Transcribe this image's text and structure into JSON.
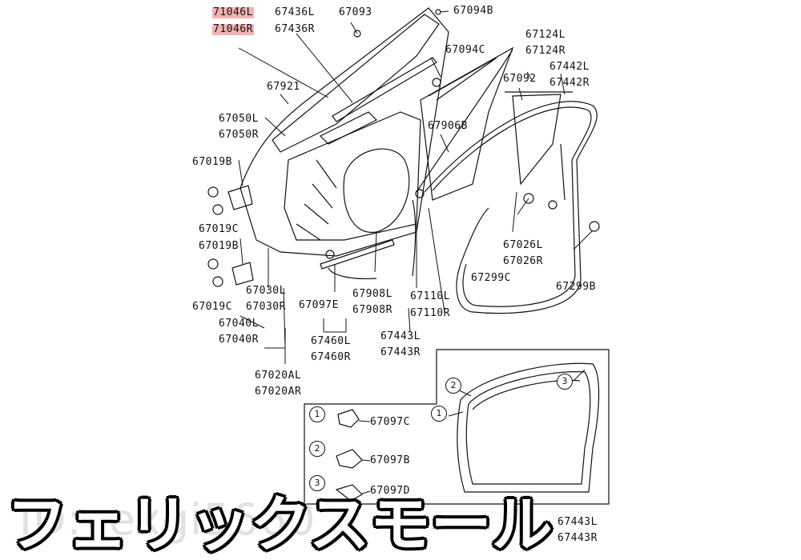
{
  "parts": [
    {
      "id": "p71046l",
      "text": "71046L",
      "highlight": true
    },
    {
      "id": "p71046r",
      "text": "71046R",
      "highlight": true
    },
    {
      "id": "p67436l",
      "text": "67436L"
    },
    {
      "id": "p67436r",
      "text": "67436R"
    },
    {
      "id": "p67093",
      "text": "67093"
    },
    {
      "id": "p67094b",
      "text": "67094B"
    },
    {
      "id": "p67094c",
      "text": "67094C"
    },
    {
      "id": "p67124l",
      "text": "67124L"
    },
    {
      "id": "p67124r",
      "text": "67124R"
    },
    {
      "id": "p67442l",
      "text": "67442L"
    },
    {
      "id": "p67442r",
      "text": "67442R"
    },
    {
      "id": "p67921",
      "text": "67921"
    },
    {
      "id": "p67092",
      "text": "67092"
    },
    {
      "id": "p67050l",
      "text": "67050L"
    },
    {
      "id": "p67050r",
      "text": "67050R"
    },
    {
      "id": "p67906b",
      "text": "67906B"
    },
    {
      "id": "p67019b1",
      "text": "67019B"
    },
    {
      "id": "p67019c1",
      "text": "67019C"
    },
    {
      "id": "p67019b2",
      "text": "67019B"
    },
    {
      "id": "p67019c2",
      "text": "67019C"
    },
    {
      "id": "p67026l",
      "text": "67026L"
    },
    {
      "id": "p67026r",
      "text": "67026R"
    },
    {
      "id": "p67299c",
      "text": "67299C"
    },
    {
      "id": "p67299b",
      "text": "67299B"
    },
    {
      "id": "p67030l",
      "text": "67030L"
    },
    {
      "id": "p67030r",
      "text": "67030R"
    },
    {
      "id": "p67097e",
      "text": "67097E"
    },
    {
      "id": "p67908l",
      "text": "67908L"
    },
    {
      "id": "p67908r",
      "text": "67908R"
    },
    {
      "id": "p67110l",
      "text": "67110L"
    },
    {
      "id": "p67110r",
      "text": "67110R"
    },
    {
      "id": "p67040l",
      "text": "67040L"
    },
    {
      "id": "p67040r",
      "text": "67040R"
    },
    {
      "id": "p67460l",
      "text": "67460L"
    },
    {
      "id": "p67460r",
      "text": "67460R"
    },
    {
      "id": "p67443l",
      "text": "67443L"
    },
    {
      "id": "p67443r",
      "text": "67443R"
    },
    {
      "id": "p67020al",
      "text": "67020AL"
    },
    {
      "id": "p67020ar",
      "text": "67020AR"
    },
    {
      "id": "p67097c",
      "text": "67097C"
    },
    {
      "id": "p67097b",
      "text": "67097B"
    },
    {
      "id": "p67097d",
      "text": "67097D"
    },
    {
      "id": "p67443l2",
      "text": "67443L"
    },
    {
      "id": "p67443r2",
      "text": "67443R"
    }
  ],
  "callouts": [
    "1",
    "2",
    "3",
    "1",
    "2",
    "3"
  ],
  "watermark": {
    "id_text": "ID:yexgi5660",
    "banner_text": "フェリックスモール"
  },
  "colors": {
    "line": "#111111",
    "highlight": "#f2b3b3",
    "background": "#ffffff"
  }
}
